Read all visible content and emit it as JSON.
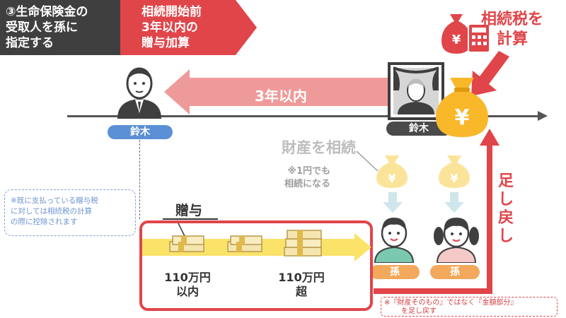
{
  "header": {
    "step_line1": "③生命保険金の",
    "step_line2": "受取人を孫に",
    "step_line3": "指定する",
    "rule_line1": "相続開始前",
    "rule_line2": "3年以内の",
    "rule_line3": "贈与加算"
  },
  "tax": {
    "line1": "相続税を",
    "line2": "計算"
  },
  "persons": {
    "grandfather_left": "鈴木",
    "grandfather_right": "鈴木",
    "grandchild1": "孫",
    "grandchild2": "孫"
  },
  "arrow_years": "3年以内",
  "inherit_label": "財産を相続",
  "inherit_note_line1": "※1円でも",
  "inherit_note_line2": "相続になる",
  "paid_note": {
    "line1": "※既に支払っている贈与税",
    "line2": "に対しては相続税の計算",
    "line3": "の際に控除されます"
  },
  "gift_label": "贈与",
  "amount_left": {
    "line1": "110万円",
    "line2": "以内"
  },
  "amount_right": {
    "line1": "110万円",
    "line2": "超"
  },
  "add_back": "足し戻し",
  "bottom_note": {
    "line1": "※『財産そのもの』ではなく『金額部分』",
    "line2": "を足し戻す"
  },
  "icons": [
    "person-icon",
    "portrait-frame-icon",
    "money-bag-icon",
    "calculator-icon",
    "money-stack-icon",
    "grandchild-boy-icon",
    "grandchild-girl-icon"
  ],
  "colors": {
    "red": "#e0454a",
    "dark": "#3f3f3f",
    "blue": "#5b8fd6",
    "orange": "#f3a85b",
    "yellow": "#f9d33f",
    "pink": "#ef9a9a"
  }
}
